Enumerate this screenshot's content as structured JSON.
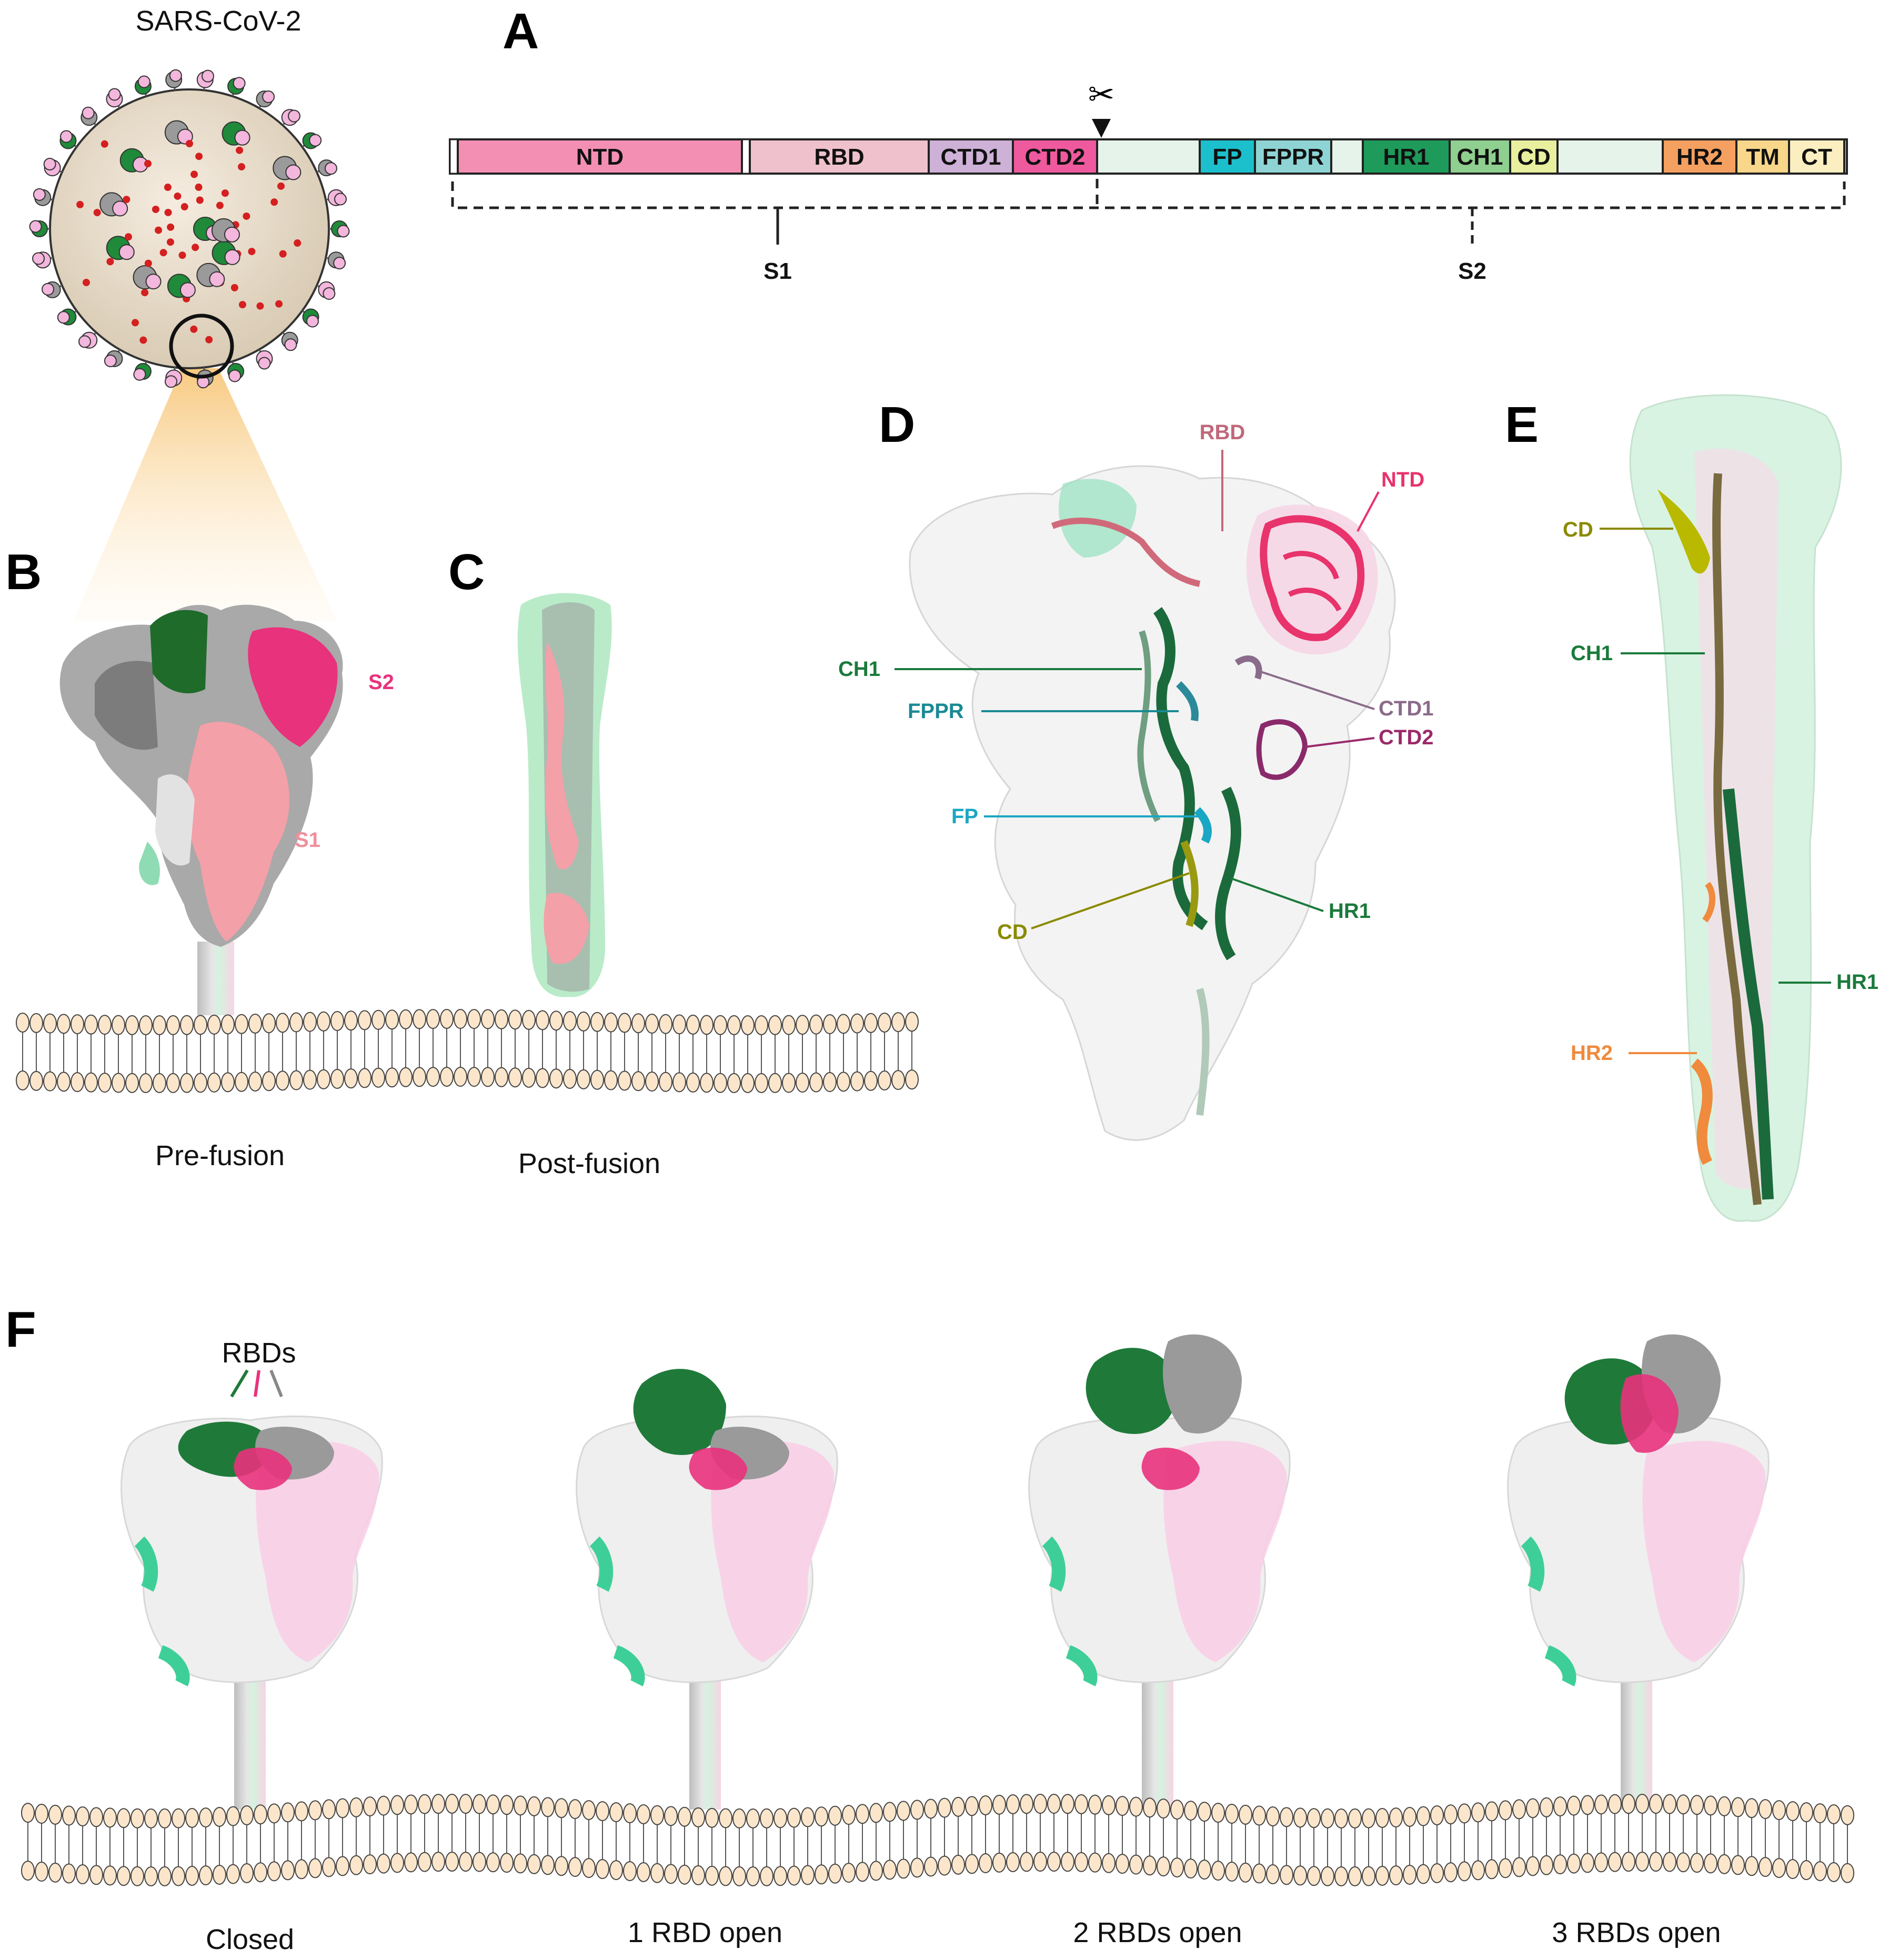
{
  "virus_label": "SARS-CoV-2",
  "panels": {
    "A": "A",
    "B": "B",
    "C": "C",
    "D": "D",
    "E": "E",
    "F": "F"
  },
  "domain_bar": {
    "segments": [
      {
        "label": "NTD",
        "color": "#f48fb4"
      },
      {
        "label": "RBD",
        "color": "#efc1cc"
      },
      {
        "label": "CTD1",
        "color": "#cdb1d6"
      },
      {
        "label": "CTD2",
        "color": "#ef5a9f"
      },
      {
        "label": "FP",
        "color": "#1bc0cc"
      },
      {
        "label": "FPPR",
        "color": "#8fd4d4"
      },
      {
        "label": "HR1",
        "color": "#1e9a5a"
      },
      {
        "label": "CH1",
        "color": "#8fcf8f"
      },
      {
        "label": "CD",
        "color": "#e8ef9e"
      },
      {
        "label": "HR2",
        "color": "#f4a060"
      },
      {
        "label": "TM",
        "color": "#f8d78a"
      },
      {
        "label": "CT",
        "color": "#fbeec0"
      }
    ],
    "s1_label": "S1",
    "s2_label": "S2"
  },
  "panel_b": {
    "s2_label": "S2",
    "s1_label": "S1",
    "caption": "Pre-fusion"
  },
  "panel_c": {
    "caption": "Post-fusion"
  },
  "panel_d": {
    "labels": {
      "rbd": "RBD",
      "ntd": "NTD",
      "ch1": "CH1",
      "fppr": "FPPR",
      "ctd1": "CTD1",
      "ctd2": "CTD2",
      "fp": "FP",
      "cd": "CD",
      "hr1": "HR1"
    }
  },
  "panel_e": {
    "labels": {
      "cd": "CD",
      "ch1": "CH1",
      "hr1": "HR1",
      "hr2": "HR2"
    }
  },
  "panel_f": {
    "rbds_label": "RBDs",
    "captions": [
      "Closed",
      "1 RBD open",
      "2 RBDs open",
      "3 RBDs open"
    ]
  },
  "colors": {
    "s1_pink": "#f08f9c",
    "s2_magenta": "#e8327c",
    "green": "#1f7a3a",
    "mint": "#a8e6c0",
    "grey": "#9a9a9a",
    "membrane": "#fbe6cc",
    "cyan": "#1aa7c4",
    "olive": "#8a8a00",
    "orange": "#f08a3c",
    "purple": "#7a5a8a"
  }
}
